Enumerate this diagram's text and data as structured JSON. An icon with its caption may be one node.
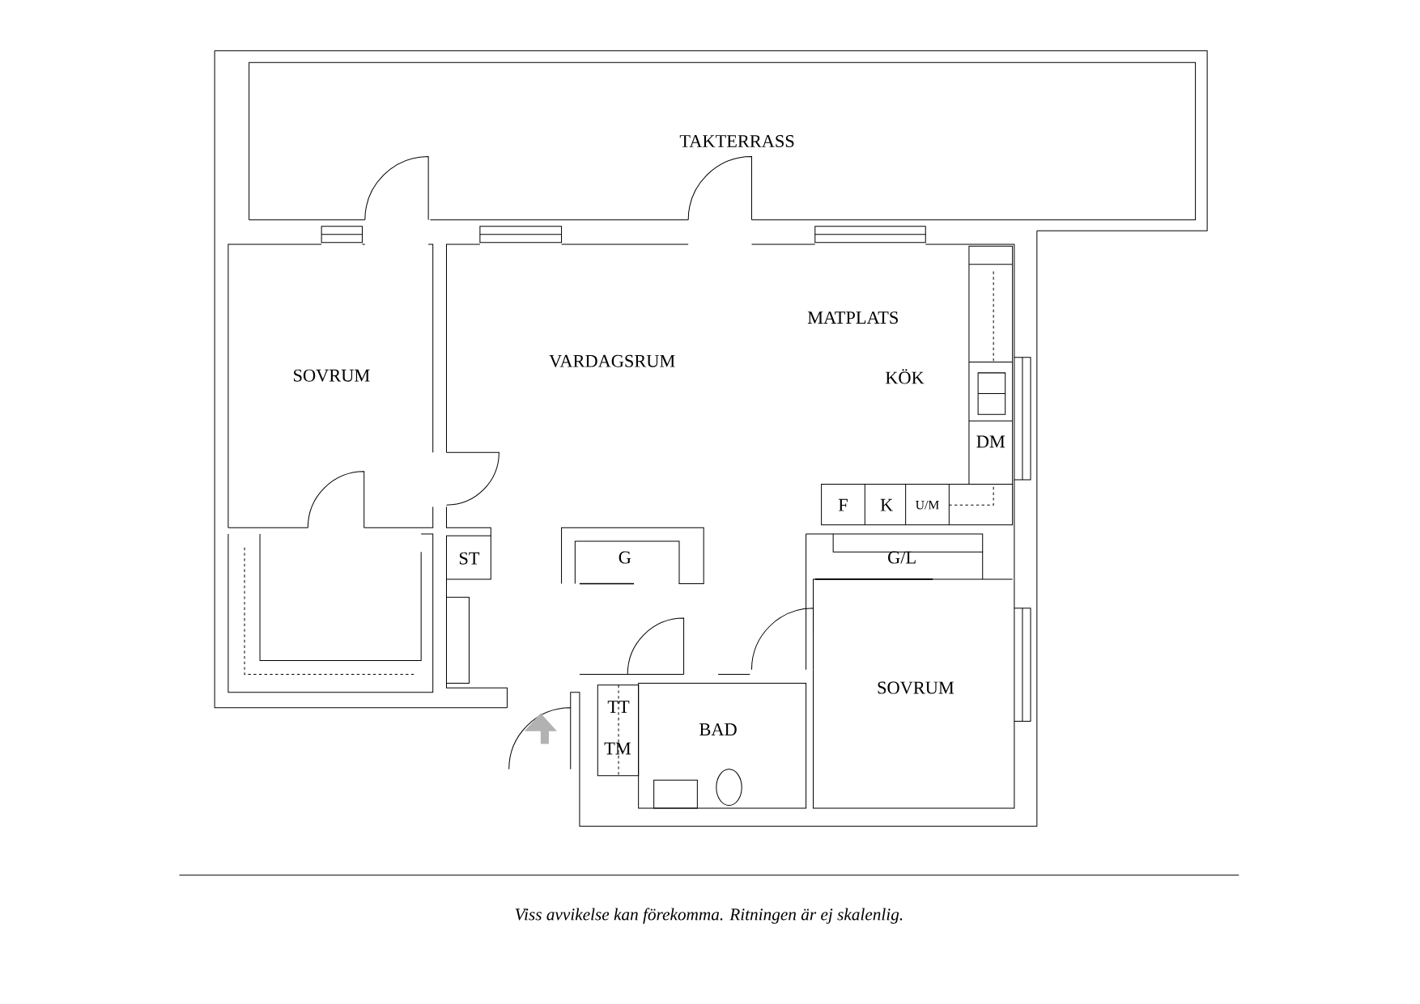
{
  "diagram": {
    "labels": [
      "TAKTERRASS",
      "SOVRUM",
      "VARDAGSRUM",
      "MATPLATS",
      "KÖK",
      "DM",
      "F",
      "K",
      "U/M",
      "ST",
      "G",
      "G/L",
      "SOVRUM",
      "TT",
      "TM",
      "BAD",
      "Viss avvikelse kan förekomma. Ritningen är ej skalenlig."
    ]
  }
}
